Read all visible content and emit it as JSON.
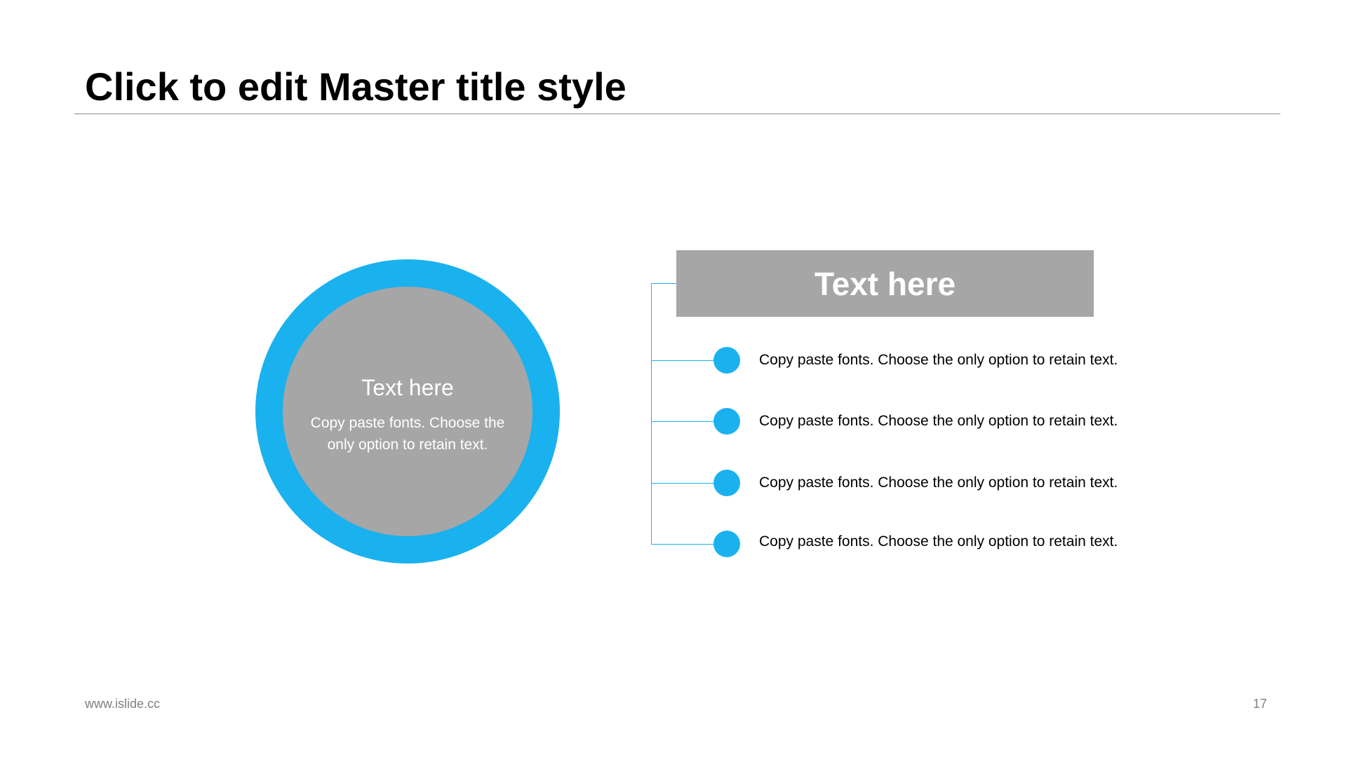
{
  "slide": {
    "title": "Click to edit Master title style",
    "circle": {
      "title": "Text here",
      "body": "Copy paste fonts. Choose the only option to retain text."
    },
    "header": "Text here",
    "items": [
      "Copy paste fonts. Choose the only option to retain text.",
      "Copy paste fonts. Choose the only option to retain text.",
      "Copy paste fonts. Choose the only option to retain text.",
      "Copy paste fonts. Choose the only option to retain text."
    ],
    "footer_url": "www.islide.cc",
    "page_number": "17"
  },
  "colors": {
    "accent": "#1ab1ef",
    "gray": "#a6a6a6",
    "text": "#000000",
    "footer": "#7f7f7f"
  }
}
